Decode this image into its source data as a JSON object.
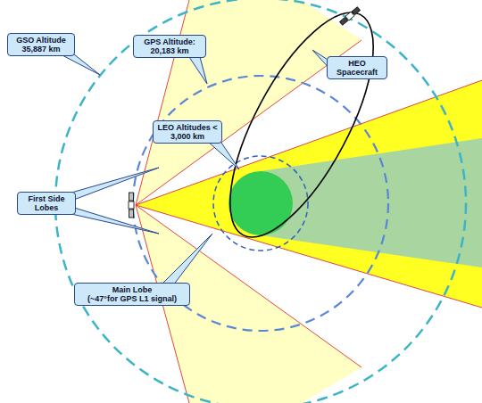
{
  "diagram": {
    "nodes": [
      {
        "text": [
          "GSO Altitude 35,887 km"
        ]
      },
      {
        "text": [
          "GPS Altitude: 20,183 km"
        ]
      },
      {
        "text": [
          "HEO Spacecraft"
        ]
      },
      {
        "text": [
          "LEO Altitudes < 3,000 km"
        ]
      },
      {
        "text": [
          "First Side Lobes"
        ]
      },
      {
        "text": [
          "Main Lobe",
          "(~47°for GPS L1 signal)"
        ]
      }
    ]
  }
}
